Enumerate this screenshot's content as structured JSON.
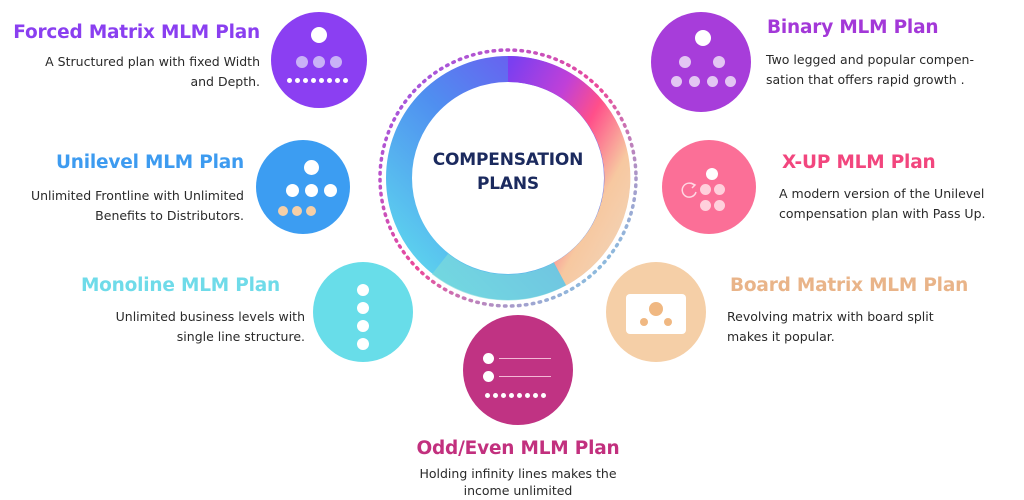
{
  "hub": {
    "line1": "COMPENSATION",
    "line2": "PLANS"
  },
  "plans": {
    "forced": {
      "title": "Forced Matrix MLM Plan",
      "desc1": "A Structured plan with fixed Width",
      "desc2": "and Depth.",
      "color": "#8a3ff0",
      "bubble": "#8b3ff2",
      "icon": "forced-matrix-icon"
    },
    "unilevel": {
      "title": "Unilevel MLM Plan",
      "desc1": "Unlimited Frontline with Unlimited",
      "desc2": "Benefits to Distributors.",
      "color": "#3d9bf0",
      "bubble": "#3c9df2",
      "icon": "unilevel-icon"
    },
    "monoline": {
      "title": "Monoline MLM Plan",
      "desc1": "Unlimited business levels with",
      "desc2": "single line structure.",
      "color": "#6fdbe9",
      "bubble": "#68dde9",
      "icon": "monoline-icon"
    },
    "oddeven": {
      "title": "Odd/Even MLM Plan",
      "desc1": "Holding infinity lines makes the",
      "desc2": "income unlimited",
      "color": "#c2307e",
      "bubble": "#c03383",
      "icon": "odd-even-icon"
    },
    "board": {
      "title": "Board Matrix MLM Plan",
      "desc1": "Revolving matrix with board split",
      "desc2": "makes it popular.",
      "color": "#e9b489",
      "bubble": "#f5cfa7",
      "icon": "board-matrix-icon"
    },
    "xup": {
      "title": "X-UP MLM Plan",
      "desc1": "A modern version of the Unilevel",
      "desc2": "compensation plan with Pass Up.",
      "color": "#f2467e",
      "bubble": "#fb6f97",
      "icon": "x-up-icon"
    },
    "binary": {
      "title": "Binary MLM Plan",
      "desc1": "Two legged and popular compen-",
      "desc2": "sation that offers rapid growth .",
      "color": "#a338d8",
      "bubble": "#a73dda",
      "icon": "binary-icon"
    }
  }
}
